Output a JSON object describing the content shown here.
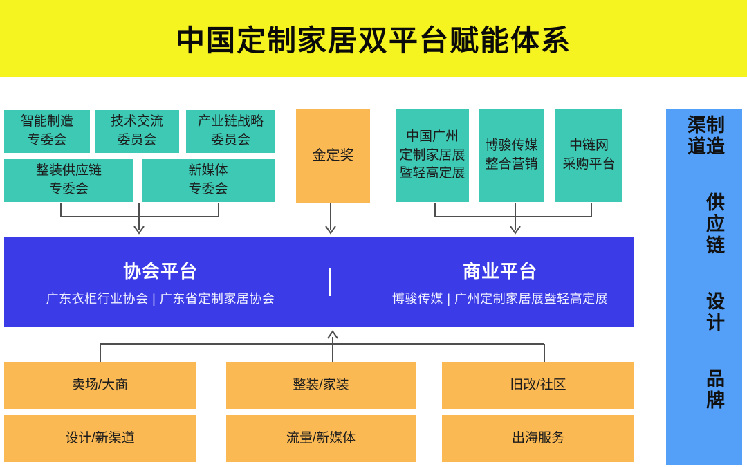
{
  "header": {
    "title": "中国定制家居双平台赋能体系"
  },
  "committee_boxes": [
    {
      "label": "智能制造\n专委会"
    },
    {
      "label": "技术交流\n委员会"
    },
    {
      "label": "产业链战略\n委员会"
    },
    {
      "label": "整装供应链\n专委会"
    },
    {
      "label": "新媒体\n专委会"
    }
  ],
  "award_box": {
    "label": "金定奖"
  },
  "business_boxes": [
    {
      "label": "中国广州\n定制家居展\n暨轻高定展"
    },
    {
      "label": "博骏传媒\n整合营销"
    },
    {
      "label": "中链网\n采购平台"
    }
  ],
  "platform_band": {
    "left": {
      "title": "协会平台",
      "subtitle": "广东衣柜行业协会 | 广东省定制家居协会"
    },
    "right": {
      "title": "商业平台",
      "subtitle": "博骏传媒 | 广州定制家居展暨轻高定展"
    }
  },
  "channel_boxes": [
    {
      "label": "卖场/大商"
    },
    {
      "label": "整装/家装"
    },
    {
      "label": "旧改/社区"
    },
    {
      "label": "设计/新渠道"
    },
    {
      "label": "流量/新媒体"
    },
    {
      "label": "出海服务"
    }
  ],
  "side_bar": {
    "words": [
      "制造",
      "供应链",
      "设计",
      "品牌",
      "渠道"
    ]
  },
  "colors": {
    "header_bg": "#F5F320",
    "committee_bg": "#3DC9B4",
    "award_bg": "#FBB954",
    "platform_bg": "#3B3BE8",
    "channel_bg": "#FBB954",
    "sidebar_bg": "#54A0F8",
    "connector": "#4F4F4F",
    "title_text": "#0A0A0A",
    "platform_text": "#FFFFFF"
  }
}
